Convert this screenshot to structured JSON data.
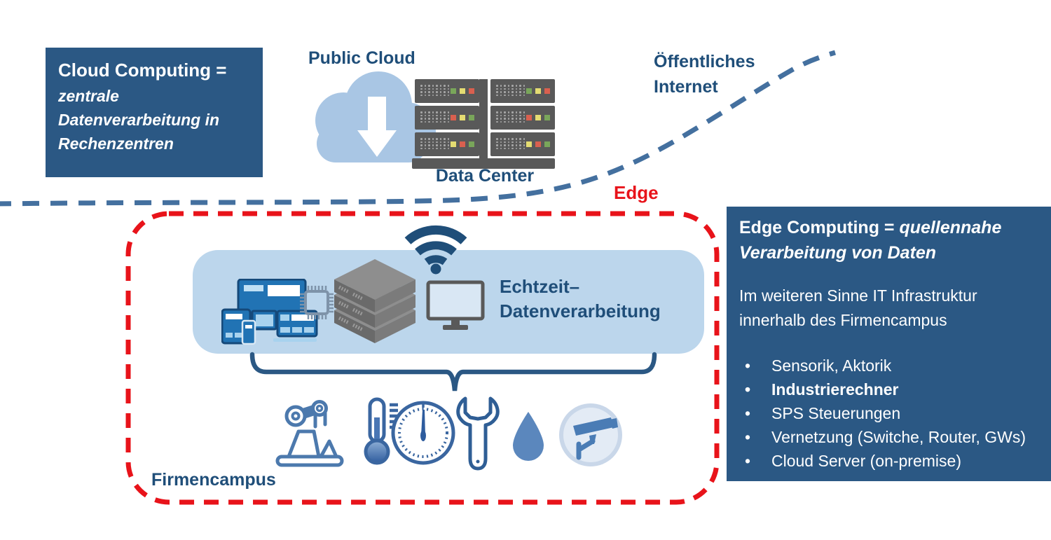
{
  "colors": {
    "navy_box": "#2B5884",
    "heading_blue": "#1F4E79",
    "edge_red": "#E8131A",
    "internet_dash_blue": "#44709F",
    "realtime_box_blue": "#BCD6EC",
    "cloud_blue": "#A9C6E4",
    "icon_blue": "#2F5E95",
    "rack_gray": "#595959"
  },
  "cloud_box": {
    "title": "Cloud Computing =",
    "description": "zentrale Datenverarbeitung in Rechenzentren"
  },
  "public_cloud_label": "Public Cloud",
  "data_center": {
    "label": "Data Center",
    "columns": 2,
    "led_rows": [
      [
        "green",
        "yellow",
        "red"
      ],
      [
        "red",
        "yellow",
        "green"
      ],
      [
        "yellow",
        "red",
        "green"
      ]
    ],
    "led_palette": {
      "green": "#79A65A",
      "yellow": "#E4DC72",
      "red": "#D9604F"
    }
  },
  "internet": {
    "line1": "Öffentliches",
    "line2": "Internet"
  },
  "edge_label": "Edge",
  "realtime": {
    "line1": "Echtzeit–",
    "line2": "Datenverarbeitung"
  },
  "firmencampus_label": "Firmencampus",
  "edge_box": {
    "title_bold": "Edge Computing",
    "title_connector": " = ",
    "title_italic": "quellennahe Verarbeitung von Daten",
    "subtitle": "Im weiteren Sinne IT Infrastruktur innerhalb des Firmencampus",
    "bullets": [
      {
        "text": "Sensorik, Aktorik",
        "bold": false
      },
      {
        "text": "Industrierechner",
        "bold": true
      },
      {
        "text": "SPS Steuerungen",
        "bold": false
      },
      {
        "text": "Vernetzung (Switche, Router, GWs)",
        "bold": false
      },
      {
        "text": "Cloud Server (on-premise)",
        "bold": false
      }
    ]
  },
  "icons": {
    "wifi": "wifi-icon",
    "cloud": "cloud-icon",
    "download_arrow": "download-arrow-icon",
    "server_racks": "server-racks-icon",
    "devices": "devices-icon",
    "chip": "chip-icon",
    "server_stack": "server-stack-icon",
    "monitor": "monitor-icon",
    "robot_arm": "robot-arm-icon",
    "thermometer": "thermometer-icon",
    "gauge": "gauge-icon",
    "wrench": "wrench-icon",
    "water_drop": "water-drop-icon",
    "camera": "surveillance-camera-icon"
  }
}
